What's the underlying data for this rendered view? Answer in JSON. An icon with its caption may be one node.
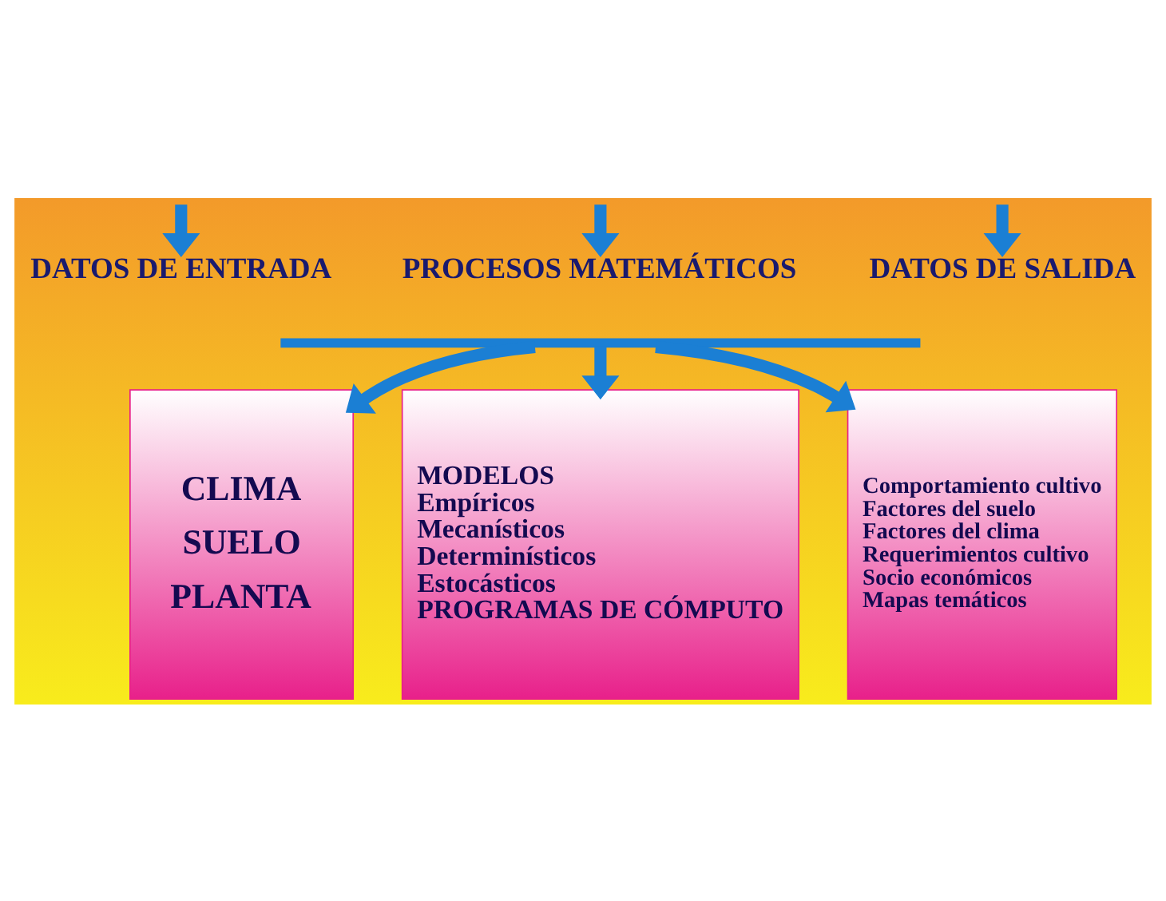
{
  "diagram": {
    "nodes": [
      {
        "text": [
          "DATOS DE ENTRADA"
        ]
      },
      {
        "text": [
          "PROCESOS MATEMÁTICOS"
        ]
      },
      {
        "text": [
          "DATOS DE SALIDA"
        ]
      },
      {
        "text": [],
        "shape": "bar"
      },
      {
        "text": [
          "CLIMA",
          "SUELO",
          "PLANTA"
        ]
      },
      {
        "text": [
          "MODELOS",
          "Empíricos",
          "Mecanísticos",
          "Determinísticos",
          "Estocásticos",
          "PROGRAMAS DE CÓMPUTO"
        ]
      },
      {
        "text": [
          "Comportamiento cultivo",
          "Factores del suelo",
          "Factores del clima",
          "Requerimientos cultivo",
          "Socio económicos",
          "Mapas temáticos"
        ]
      }
    ],
    "edges": [
      {
        "from": null,
        "to": 0,
        "arrow": "to"
      },
      {
        "from": null,
        "to": 1,
        "arrow": "to"
      },
      {
        "from": null,
        "to": 2,
        "arrow": "to"
      },
      {
        "from": 3,
        "to": 4,
        "arrow": "to"
      },
      {
        "from": 3,
        "to": 5,
        "arrow": "to"
      },
      {
        "from": 3,
        "to": 6,
        "arrow": "to"
      }
    ]
  }
}
